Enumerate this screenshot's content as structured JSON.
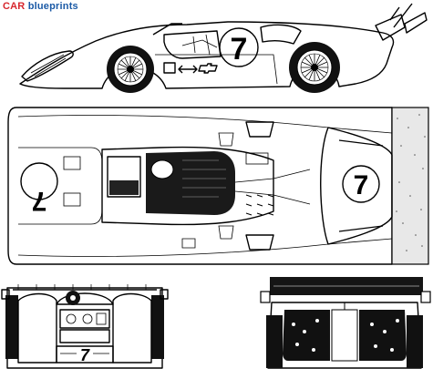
{
  "brand": {
    "part1": "CAR",
    "part2": "blueprints"
  },
  "car_number": "7",
  "colors": {
    "brand_red": "#d7262d",
    "brand_blue": "#1b5aa6",
    "line": "#000000",
    "paper": "#ffffff"
  },
  "views": [
    "side-view",
    "top-view",
    "front-view",
    "rear-view"
  ]
}
